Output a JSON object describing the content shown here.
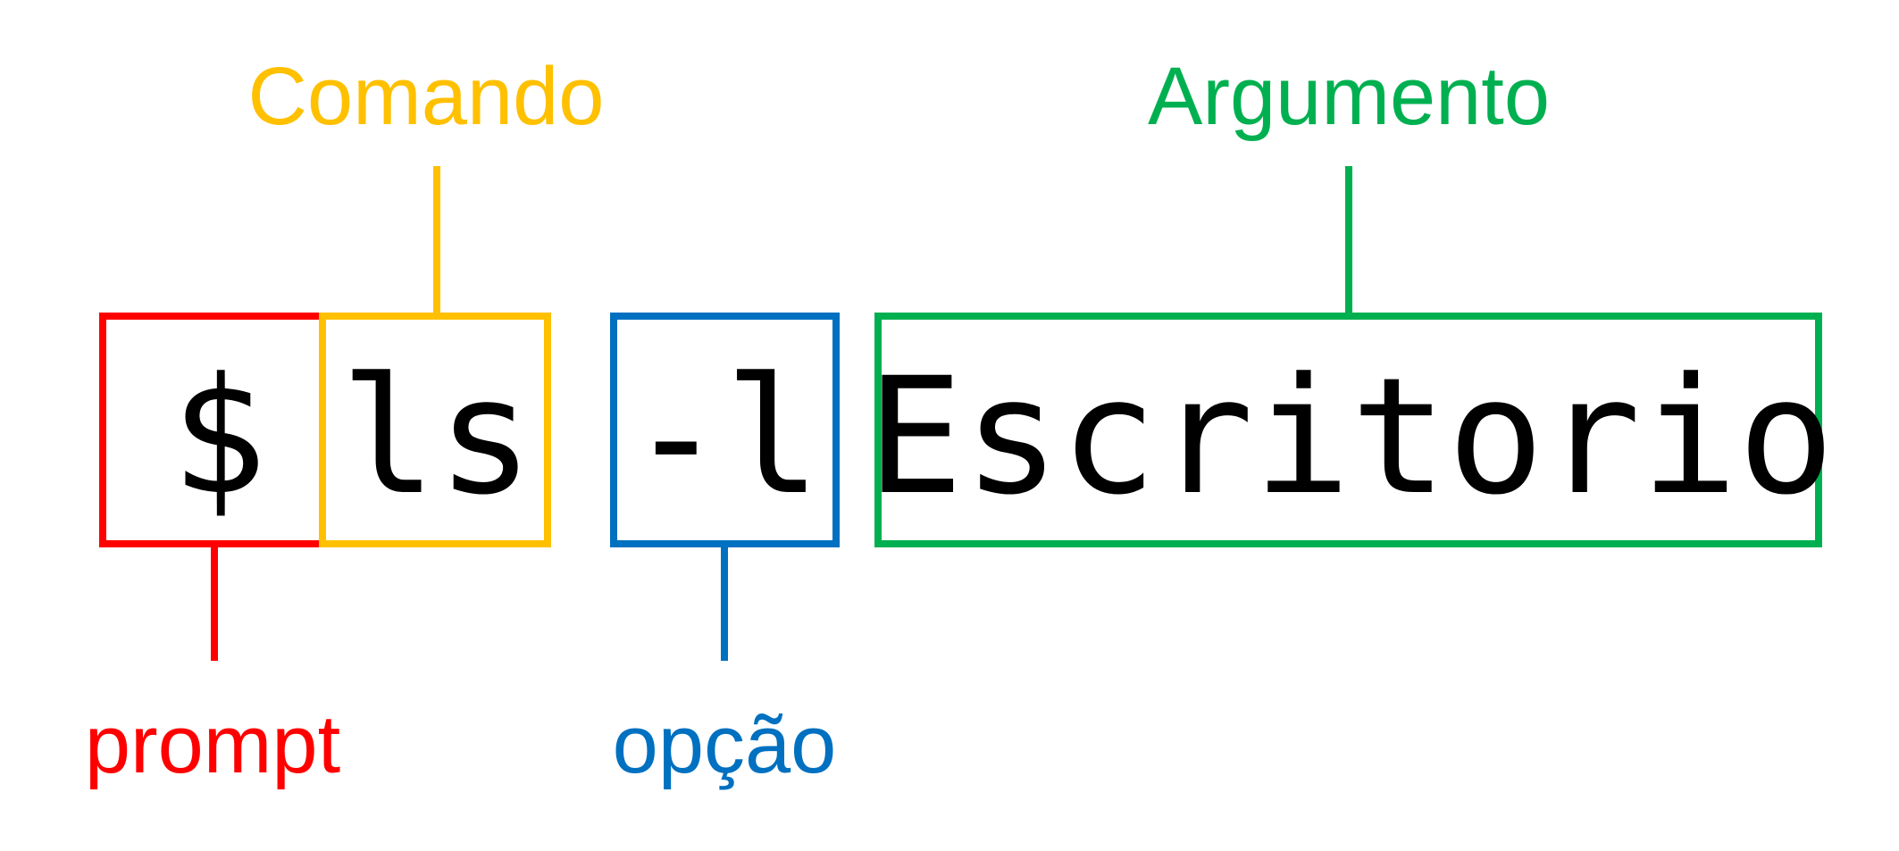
{
  "colors": {
    "prompt": "#FF0000",
    "command": "#FFC000",
    "option": "#0070C0",
    "argument": "#00B050",
    "token_text": "#000000",
    "background": "#FFFFFF"
  },
  "parts": {
    "prompt": {
      "token": "$",
      "label": "prompt"
    },
    "command": {
      "token": "ls",
      "label": "Comando"
    },
    "option": {
      "token": "-l",
      "label": "opção"
    },
    "argument": {
      "token": "Escritorio",
      "label": "Argumento"
    }
  }
}
